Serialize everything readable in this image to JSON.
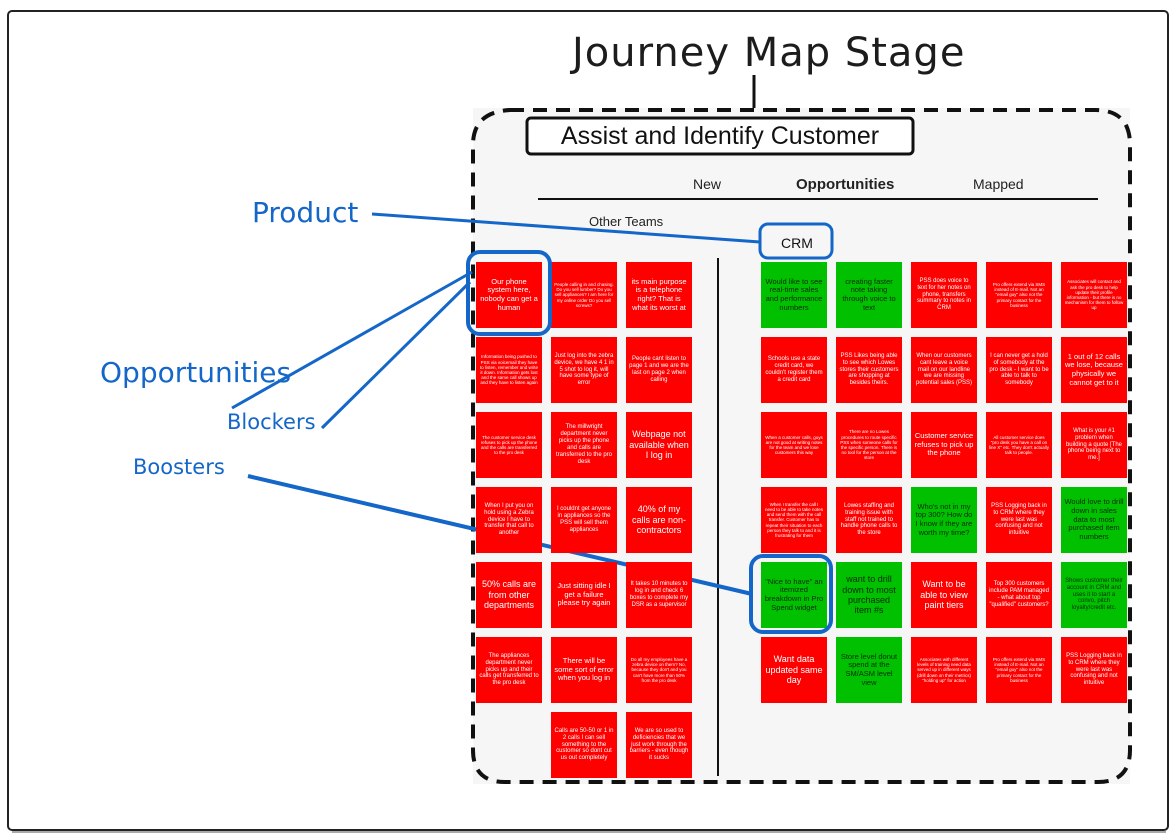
{
  "title": "Journey Map Stage",
  "stage_title": "Assist and Identify Customer",
  "columns": {
    "new": "New",
    "opportunities": "Opportunities",
    "mapped": "Mapped"
  },
  "other_teams": "Other Teams",
  "crm": "CRM",
  "annotations": {
    "product": "Product",
    "opportunities": "Opportunities",
    "blockers": "Blockers",
    "boosters": "Boosters"
  },
  "colors": {
    "blocker": "#ff0000",
    "booster": "#00c000",
    "annotation": "#1467c8"
  },
  "notes": [
    {
      "text": "Our phone system here, nobody can get a human",
      "color": "red",
      "col": 0,
      "row": 0
    },
    {
      "text": "People calling in and chasing. Do you sell lumber? Do you sell appliances? I am here for my online order Do you sell screws?",
      "color": "red",
      "col": 1,
      "row": 0
    },
    {
      "text": "its main purpose is a telephone right? That is what its worst at",
      "color": "red",
      "col": 2,
      "row": 0
    },
    {
      "text": "Would like to see real-time sales and performance numbers",
      "color": "green",
      "col": 3,
      "row": 0
    },
    {
      "text": "creating faster note taking through voice to text",
      "color": "green",
      "col": 4,
      "row": 0
    },
    {
      "text": "PSS does voice to text for her notes on phone, transfers summary to notes in CRM",
      "color": "red",
      "col": 5,
      "row": 0
    },
    {
      "text": "Pro offers extend via SMS instead of E-mail. Not an \"email guy\" also not the primary contact for the business",
      "color": "red",
      "col": 6,
      "row": 0
    },
    {
      "text": "Associates will contact and ask the pro desk to help update their profile information - but there is no mechanism for them to follow up",
      "color": "red",
      "col": 7,
      "row": 0
    },
    {
      "text": "Information being pushed to PSS via voicemail they have to listen, remember and write it down. Information gets lost and the same call shows up and they have to listen again",
      "color": "red",
      "col": 0,
      "row": 1
    },
    {
      "text": "Just log into the zebra device, we have 4 1 in 5 shot to log it, will have some type of error",
      "color": "red",
      "col": 1,
      "row": 1
    },
    {
      "text": "People cant listen to page 1 and we are the last on page 2 when calling",
      "color": "red",
      "col": 2,
      "row": 1
    },
    {
      "text": "Schools use a state credit card, we couldn't register them a credit card",
      "color": "red",
      "col": 3,
      "row": 1
    },
    {
      "text": "PSS Likes being able to see which Lowes stores their customers are shopping at besides theirs.",
      "color": "red",
      "col": 4,
      "row": 1
    },
    {
      "text": "When our customers cant leave a voice mail on our landline we are missing potential sales (PSS)",
      "color": "red",
      "col": 5,
      "row": 1
    },
    {
      "text": "I can never get a hold of somebody at the pro desk - I want to be able to talk to somebody",
      "color": "red",
      "col": 6,
      "row": 1
    },
    {
      "text": "1 out of 12 calls we lose, because physically we cannot get to it",
      "color": "red",
      "col": 7,
      "row": 1
    },
    {
      "text": "The customer service desk refuses to pick up the phone and the calls are transferred to the pro desk",
      "color": "red",
      "col": 0,
      "row": 2
    },
    {
      "text": "The millwright department never picks up the phone and calls are transferred to the pro desk",
      "color": "red",
      "col": 1,
      "row": 2
    },
    {
      "text": "Webpage not available when I log in",
      "color": "red",
      "col": 2,
      "row": 2
    },
    {
      "text": "When a customer calls, guys are not good at writing notes for the team and we lose customers this way",
      "color": "red",
      "col": 3,
      "row": 2
    },
    {
      "text": "There are no Lowes procedures to route specific PSS when someone calls for the specific person. There is no tool for the person at the store",
      "color": "red",
      "col": 4,
      "row": 2
    },
    {
      "text": "Customer service refuses to pick up the phone",
      "color": "red",
      "col": 5,
      "row": 2
    },
    {
      "text": "All customer service does \"pro desk you have a call on line X\" etc. They don't actually talk to people.",
      "color": "red",
      "col": 6,
      "row": 2
    },
    {
      "text": "What is your #1 problem when building a quote [The phone being next to me.]",
      "color": "red",
      "col": 7,
      "row": 2
    },
    {
      "text": "When I put you on hold using a Zebra device I have to transfer that call to another",
      "color": "red",
      "col": 0,
      "row": 3
    },
    {
      "text": "I couldnt get anyone in appliances so the PSS will sell them appliances",
      "color": "red",
      "col": 1,
      "row": 3
    },
    {
      "text": "40% of my calls are non-contractors",
      "color": "red",
      "col": 2,
      "row": 3
    },
    {
      "text": "When I transfer the call I need to be able to take notes and send them with the call transfer. Customer has to repeat their situation to each person they talk to and it is frustrating for them",
      "color": "red",
      "col": 3,
      "row": 3
    },
    {
      "text": "Lowes staffing and training issue with staff not trained to handle phone calls to the store",
      "color": "red",
      "col": 4,
      "row": 3
    },
    {
      "text": "Who's not in my top 300? How do I know if they are worth my time?",
      "color": "green",
      "col": 5,
      "row": 3
    },
    {
      "text": "PSS Logging back in to CRM where they were last was confusing and not intuitive",
      "color": "red",
      "col": 6,
      "row": 3
    },
    {
      "text": "Would love to drill down in sales data to most purchased item numbers",
      "color": "green",
      "col": 7,
      "row": 3
    },
    {
      "text": "50% calls are from other departments",
      "color": "red",
      "col": 0,
      "row": 4
    },
    {
      "text": "Just sitting idle I get a failure please try again",
      "color": "red",
      "col": 1,
      "row": 4
    },
    {
      "text": "It takes 10 minutes to log in and check 6 boxes to complete my DSR as a supervisor",
      "color": "red",
      "col": 2,
      "row": 4
    },
    {
      "text": "\"Nice to have\" an itemized breakdown in Pro Spend widget",
      "color": "green",
      "col": 3,
      "row": 4
    },
    {
      "text": "want to drill down to most purchased item #s",
      "color": "green",
      "col": 4,
      "row": 4
    },
    {
      "text": "Want to be able to view paint tiers",
      "color": "red",
      "col": 5,
      "row": 4
    },
    {
      "text": "Top 300 customers include PAM managed - what about top \"qualified\" customers?",
      "color": "red",
      "col": 6,
      "row": 4
    },
    {
      "text": "Shows customer their account in CRM and uses it to start a convo, pitch loyalty/credit etc.",
      "color": "green",
      "col": 7,
      "row": 4
    },
    {
      "text": "The appliances department never picks up and their calls get transferred to the pro desk",
      "color": "red",
      "col": 0,
      "row": 5
    },
    {
      "text": "There will be some sort of error when you log in",
      "color": "red",
      "col": 1,
      "row": 5
    },
    {
      "text": "Do all my employees have a zebra device on them? No, because they don't and you can't have more than 50% from the pro desk",
      "color": "red",
      "col": 2,
      "row": 5
    },
    {
      "text": "Want data updated same day",
      "color": "red",
      "col": 3,
      "row": 5
    },
    {
      "text": "Store level donut spend at the SM/ASM level view",
      "color": "green",
      "col": 4,
      "row": 5
    },
    {
      "text": "Associates with different levels of training need data served up in different ways (drill down on their metrics) \"holding up\" for action",
      "color": "red",
      "col": 5,
      "row": 5
    },
    {
      "text": "Pro offers extend via SMS instead of E-mail. Not an \"email guy\" also not the primary contact for the business",
      "color": "red",
      "col": 6,
      "row": 5
    },
    {
      "text": "PSS Logging back in to CRM where they were last was confusing and not intuitive",
      "color": "red",
      "col": 7,
      "row": 5
    },
    {
      "text": "Calls are 50-50 or 1 in 2 calls I can sell something to the customer so dont cut us out completely",
      "color": "red",
      "col": 1,
      "row": 6
    },
    {
      "text": "We are so used to deficiencies that we just work through the barriers - even though it sucks",
      "color": "red",
      "col": 2,
      "row": 6
    }
  ]
}
